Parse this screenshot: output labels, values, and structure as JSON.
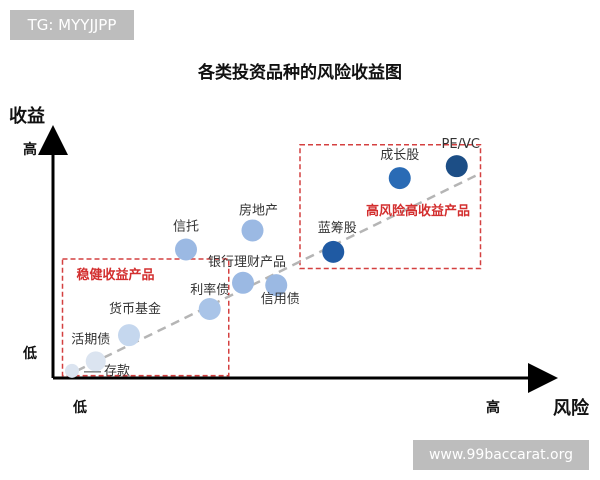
{
  "watermark_top": "TG: MYYJJPP",
  "watermark_bottom": "www.99baccarat.org",
  "chart_data": {
    "type": "scatter",
    "title": "各类投资品种的风险收益图",
    "xlabel": "风险",
    "ylabel": "收益",
    "x_ticks": [
      "低",
      "高"
    ],
    "y_ticks": [
      "高",
      "低"
    ],
    "xlim": [
      0,
      10
    ],
    "ylim": [
      0,
      10
    ],
    "points": [
      {
        "label": "存款",
        "x": 0.4,
        "y": 0.3,
        "color": "#dbe4f0"
      },
      {
        "label": "活期债",
        "x": 0.9,
        "y": 0.7,
        "color": "#dbe4f0"
      },
      {
        "label": "货币基金",
        "x": 1.6,
        "y": 1.8,
        "color": "#c5d7ee"
      },
      {
        "label": "利率债",
        "x": 3.3,
        "y": 2.9,
        "color": "#a9c4e8"
      },
      {
        "label": "信托",
        "x": 2.8,
        "y": 5.4,
        "color": "#9bb9e3"
      },
      {
        "label": "房地产",
        "x": 4.2,
        "y": 6.2,
        "color": "#9bb9e3"
      },
      {
        "label": "银行理财产品",
        "x": 4.0,
        "y": 4.0,
        "color": "#9bb9e3"
      },
      {
        "label": "信用债",
        "x": 4.7,
        "y": 3.9,
        "color": "#9bb9e3"
      },
      {
        "label": "蓝筹股",
        "x": 5.9,
        "y": 5.3,
        "color": "#1f5aa3"
      },
      {
        "label": "成长股",
        "x": 7.3,
        "y": 8.4,
        "color": "#2a6bb5"
      },
      {
        "label": "PE/VC",
        "x": 8.5,
        "y": 8.9,
        "color": "#1c4e86"
      }
    ],
    "boxes": [
      {
        "label": "稳健收益产品",
        "x_range": [
          0.2,
          3.7
        ],
        "y_range": [
          0.1,
          5.0
        ]
      },
      {
        "label": "高风险高收益产品",
        "x_range": [
          5.2,
          9.0
        ],
        "y_range": [
          4.6,
          9.8
        ]
      }
    ],
    "trend_line": {
      "from": [
        0.5,
        0.3
      ],
      "to": [
        9.0,
        8.6
      ],
      "style": "dashed"
    },
    "colors": {
      "axis": "#000000",
      "box": "#d44040",
      "box_label": "#d32f2f",
      "trend": "#b5b5b5",
      "text": "#333333"
    }
  }
}
